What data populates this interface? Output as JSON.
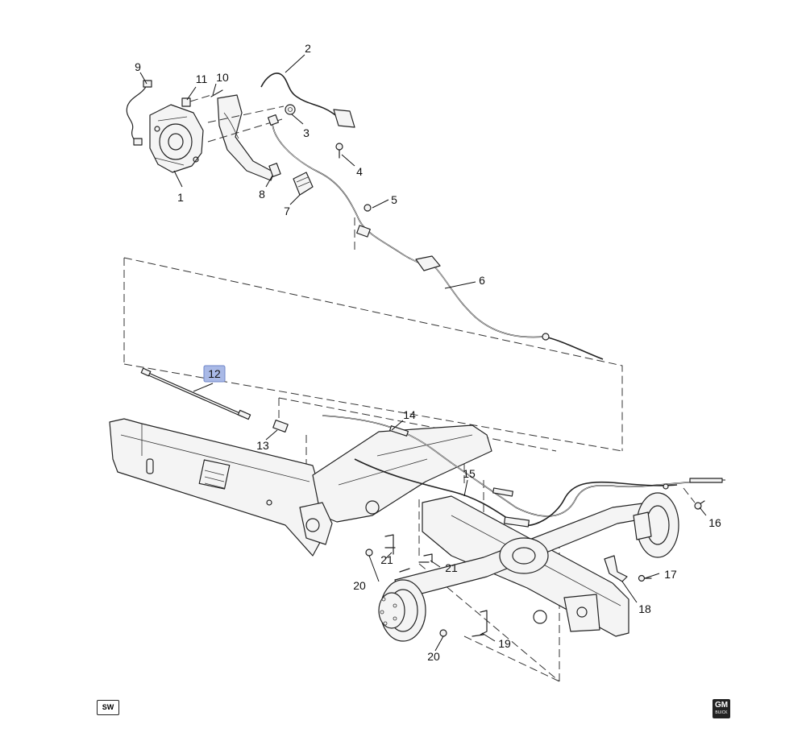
{
  "callouts": {
    "c1": "1",
    "c2": "2",
    "c3": "3",
    "c4": "4",
    "c5": "5",
    "c6": "6",
    "c7": "7",
    "c8": "8",
    "c9": "9",
    "c10": "10",
    "c11": "11",
    "c12": "12",
    "c13": "13",
    "c14": "14",
    "c15": "15",
    "c16": "16",
    "c17": "17",
    "c18": "18",
    "c19": "19",
    "c20a": "20",
    "c20b": "20",
    "c21a": "21",
    "c21b": "21"
  },
  "highlight_color": "#a9b9e6",
  "badges": {
    "sw": "SW",
    "gm": "GM",
    "gm_sub": "BUICK"
  }
}
